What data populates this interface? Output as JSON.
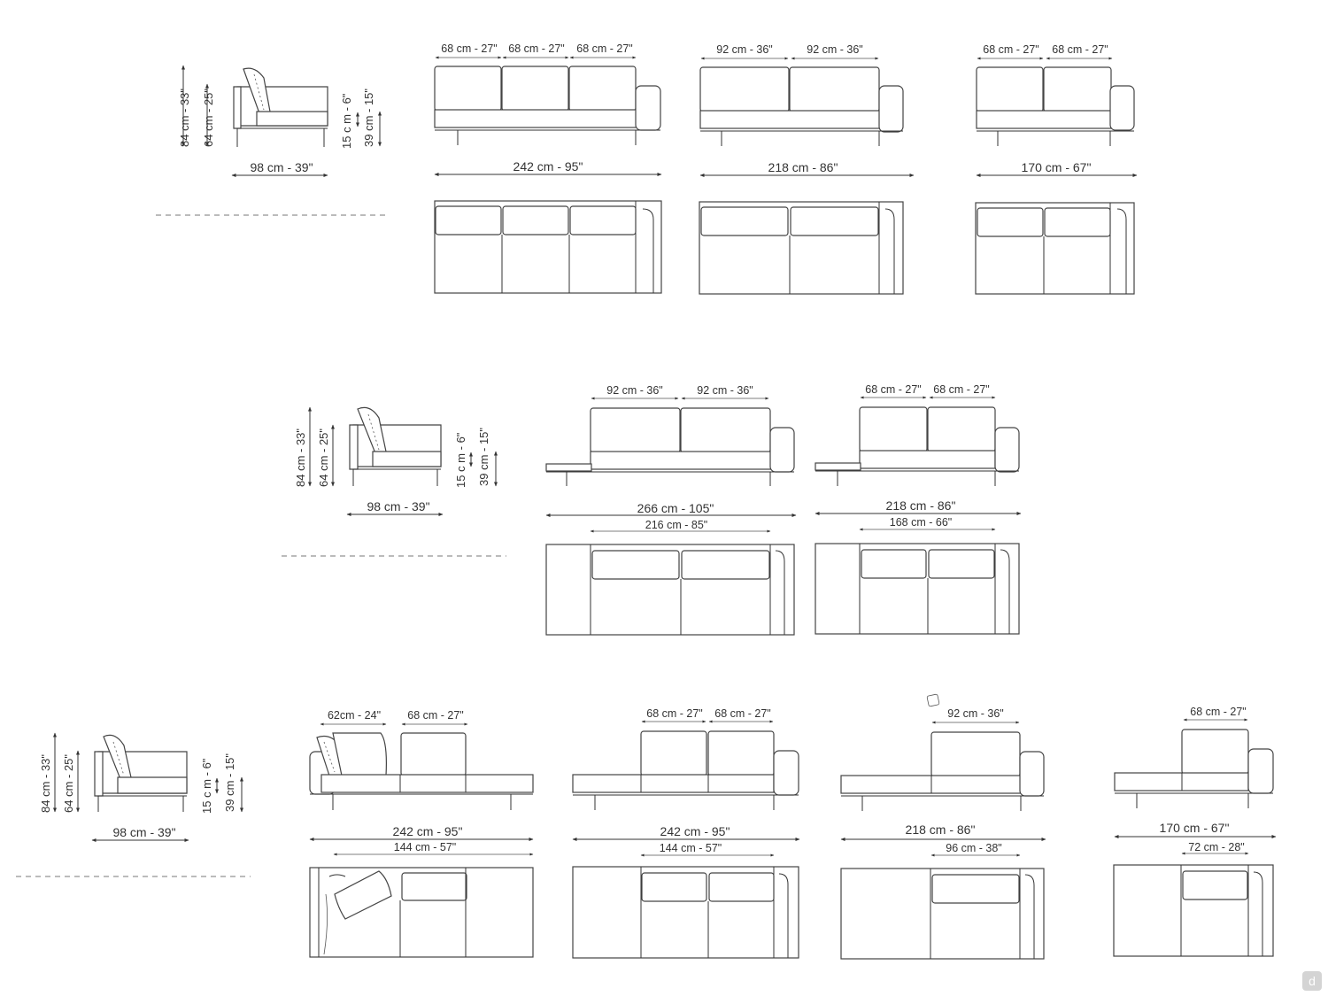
{
  "side": {
    "total_height": "84 cm - 33\"",
    "seat_back": "64 cm - 25\"",
    "cushion": "15 c m - 6\"",
    "seat_height": "39 cm - 15\"",
    "depth": "98 cm - 39\""
  },
  "row1": [
    {
      "cushions": [
        "68 cm - 27\"",
        "68 cm - 27\"",
        "68 cm - 27\""
      ],
      "total": "242 cm - 95\""
    },
    {
      "cushions": [
        "92 cm - 36\"",
        "92 cm - 36\""
      ],
      "total": "218 cm - 86\""
    },
    {
      "cushions": [
        "68 cm - 27\"",
        "68 cm - 27\""
      ],
      "total": "170 cm - 67\""
    }
  ],
  "row2": [
    {
      "cushions": [
        "92 cm - 36\"",
        "92 cm - 36\""
      ],
      "total": "266 cm - 105\"",
      "inner": "216 cm - 85\""
    },
    {
      "cushions": [
        "68 cm - 27\"",
        "68 cm - 27\""
      ],
      "total": "218 cm - 86\"",
      "inner": "168 cm - 66\""
    }
  ],
  "row3": [
    {
      "cushions": [
        "62cm - 24\"",
        "68 cm - 27\""
      ],
      "total": "242 cm - 95\"",
      "inner": "144 cm - 57\""
    },
    {
      "cushions": [
        "68 cm - 27\"",
        "68 cm - 27\""
      ],
      "total": "242 cm - 95\"",
      "inner": "144 cm - 57\""
    },
    {
      "cushions": [
        "92 cm - 36\""
      ],
      "total": "218 cm - 86\"",
      "inner": "96 cm - 38\""
    },
    {
      "cushions": [
        "68 cm - 27\""
      ],
      "total": "170 cm - 67\"",
      "inner": "72 cm - 28\""
    }
  ],
  "watermark": "d"
}
